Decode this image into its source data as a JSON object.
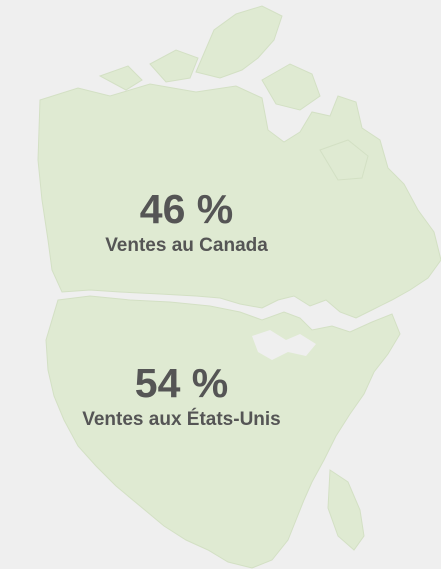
{
  "colors": {
    "background": "#efefef",
    "land": "#dfead2",
    "land_edge": "#d3e0c4",
    "text": "#555555"
  },
  "regions": {
    "canada": {
      "percent": "46 %",
      "label": "Ventes au Canada",
      "share": 46
    },
    "usa": {
      "percent": "54 %",
      "label": "Ventes aux États-Unis",
      "share": 54
    }
  }
}
